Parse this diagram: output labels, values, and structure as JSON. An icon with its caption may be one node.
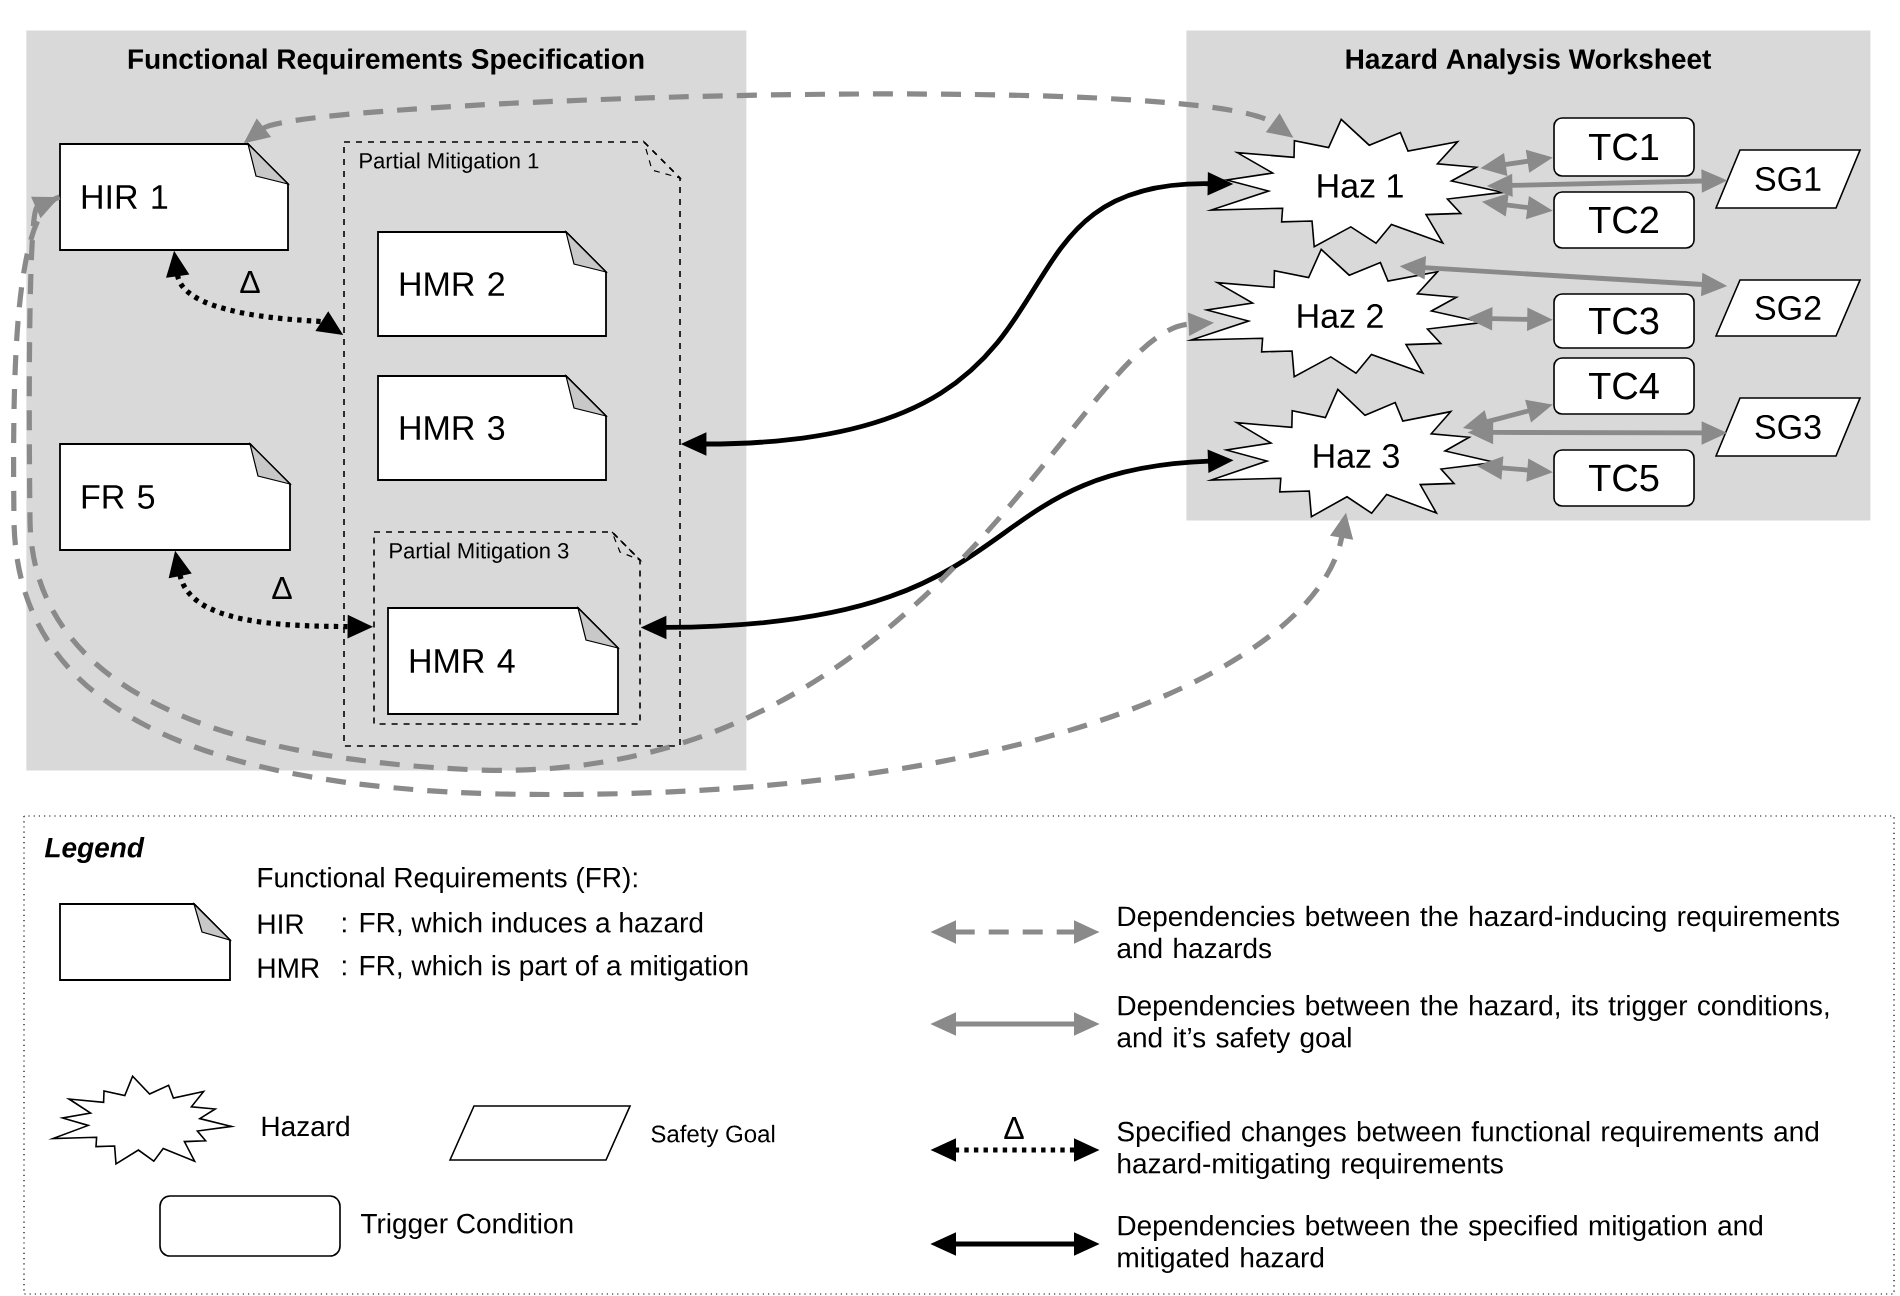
{
  "diagram": {
    "nodes": [
      {
        "text": [
          "Functional Requirements Specification"
        ]
      },
      {
        "text": [
          "HIR 1"
        ],
        "in": 0
      },
      {
        "text": [
          "Partial Mitigation 1"
        ],
        "in": 0
      },
      {
        "text": [
          "HMR 2"
        ],
        "in": 2
      },
      {
        "text": [
          "HMR 3"
        ],
        "in": 2
      },
      {
        "text": [
          "Partial Mitigation 3"
        ],
        "in": 2
      },
      {
        "text": [
          "HMR 4"
        ],
        "in": 5
      },
      {
        "text": [
          "FR 5"
        ],
        "in": 0
      },
      {
        "text": [
          "Hazard Analysis Worksheet"
        ]
      },
      {
        "text": [
          "Haz 1"
        ],
        "in": 8
      },
      {
        "text": [
          "TC1"
        ],
        "in": 8
      },
      {
        "text": [
          "TC2"
        ],
        "in": 8
      },
      {
        "text": [
          "SG1"
        ],
        "in": 8
      },
      {
        "text": [
          "Haz 2"
        ],
        "in": 8
      },
      {
        "text": [
          "TC3"
        ],
        "in": 8
      },
      {
        "text": [
          "SG2"
        ],
        "in": 8
      },
      {
        "text": [
          "Haz 3"
        ],
        "in": 8
      },
      {
        "text": [
          "TC4"
        ],
        "in": 8
      },
      {
        "text": [
          "TC5"
        ],
        "in": 8
      },
      {
        "text": [
          "SG3"
        ],
        "in": 8
      }
    ],
    "edges": [
      {
        "from": 1,
        "to": 2,
        "arrow": "both",
        "label": "Δ",
        "style": "dashed",
        "color": "#000000"
      },
      {
        "from": 7,
        "to": 5,
        "arrow": "both",
        "label": "Δ",
        "style": "dashed",
        "color": "#000000"
      },
      {
        "from": 2,
        "to": 9,
        "arrow": "both",
        "color": "#000000"
      },
      {
        "from": 5,
        "to": 16,
        "arrow": "both",
        "color": "#000000"
      },
      {
        "from": 1,
        "to": 9,
        "arrow": "both",
        "style": "dashed"
      },
      {
        "from": 1,
        "to": 13,
        "arrow": "both",
        "style": "dashed"
      },
      {
        "from": 1,
        "to": 16,
        "arrow": "to",
        "style": "dashed"
      },
      {
        "from": 9,
        "to": 10,
        "arrow": "both"
      },
      {
        "from": 9,
        "to": 11,
        "arrow": "both"
      },
      {
        "from": 9,
        "to": 12,
        "arrow": "both"
      },
      {
        "from": 13,
        "to": 14,
        "arrow": "both"
      },
      {
        "from": 13,
        "to": 15,
        "arrow": "both"
      },
      {
        "from": 16,
        "to": 17,
        "arrow": "both"
      },
      {
        "from": 16,
        "to": 18,
        "arrow": "both"
      },
      {
        "from": 16,
        "to": 19,
        "arrow": "both"
      }
    ],
    "labels": [
      "Legend",
      "HIR",
      ": FR, which induces a hazard",
      "HMR",
      ": FR, which is part of a mitigation",
      "Δ"
    ],
    "legend": [
      {
        "text": "Functional Requirements (FR):"
      },
      {
        "text": "Hazard"
      },
      {
        "text": "Safety Goal"
      },
      {
        "text": "Trigger Condition"
      },
      {
        "text": "Dependencies between the hazard-inducing requirements and hazards"
      },
      {
        "text": "Dependencies between the hazard, its trigger conditions, and it’s safety goal"
      },
      {
        "text": "Specified changes between functional requirements and hazard-mitigating requirements"
      },
      {
        "text": "Dependencies between the specified mitigation and mitigated hazard"
      }
    ]
  }
}
